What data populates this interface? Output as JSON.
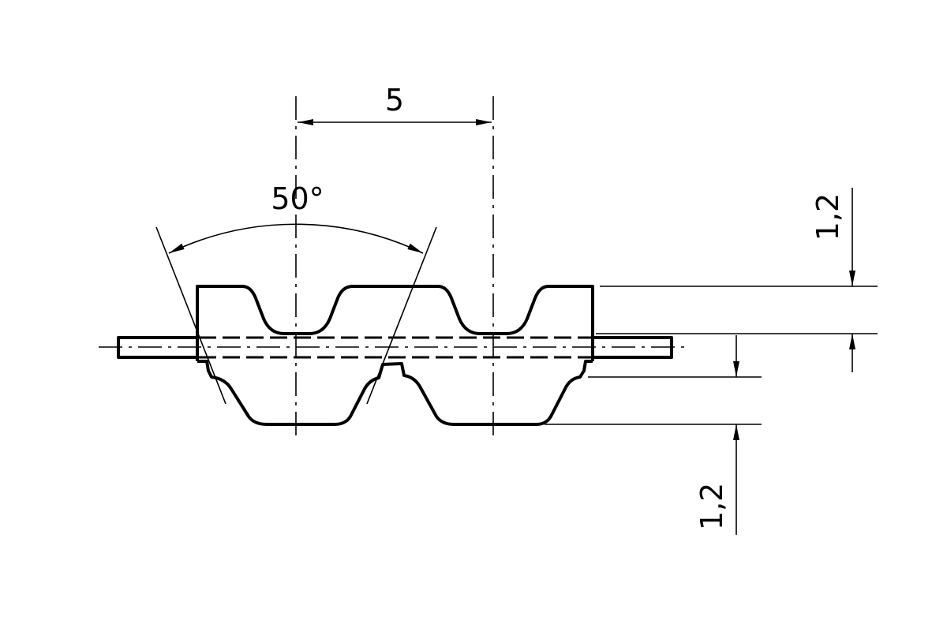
{
  "drawing": {
    "pitch_label": "5",
    "angle_label": "50°",
    "top_tooth_height_label": "1,2",
    "bottom_tooth_height_label": "1,2"
  },
  "colors": {
    "line": "#000000",
    "background": "#ffffff"
  }
}
